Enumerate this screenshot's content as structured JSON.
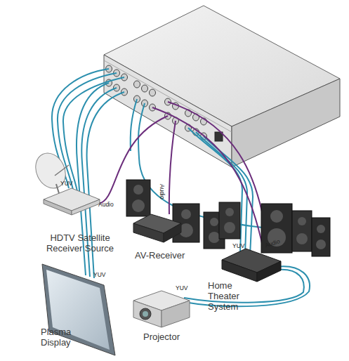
{
  "diagram": {
    "nodes": [
      {
        "text": [
          "HDTV Satellite Receiver Source"
        ]
      },
      {
        "text": [
          "AV-Receiver"
        ]
      },
      {
        "text": [
          "Home Theater System"
        ]
      },
      {
        "text": [
          "Plasma Display"
        ]
      },
      {
        "text": [
          "Projector"
        ]
      }
    ],
    "labels": [
      "YUV",
      "Audio",
      "Audio",
      "YUV",
      "Audio",
      "YUV",
      "YUV"
    ]
  }
}
